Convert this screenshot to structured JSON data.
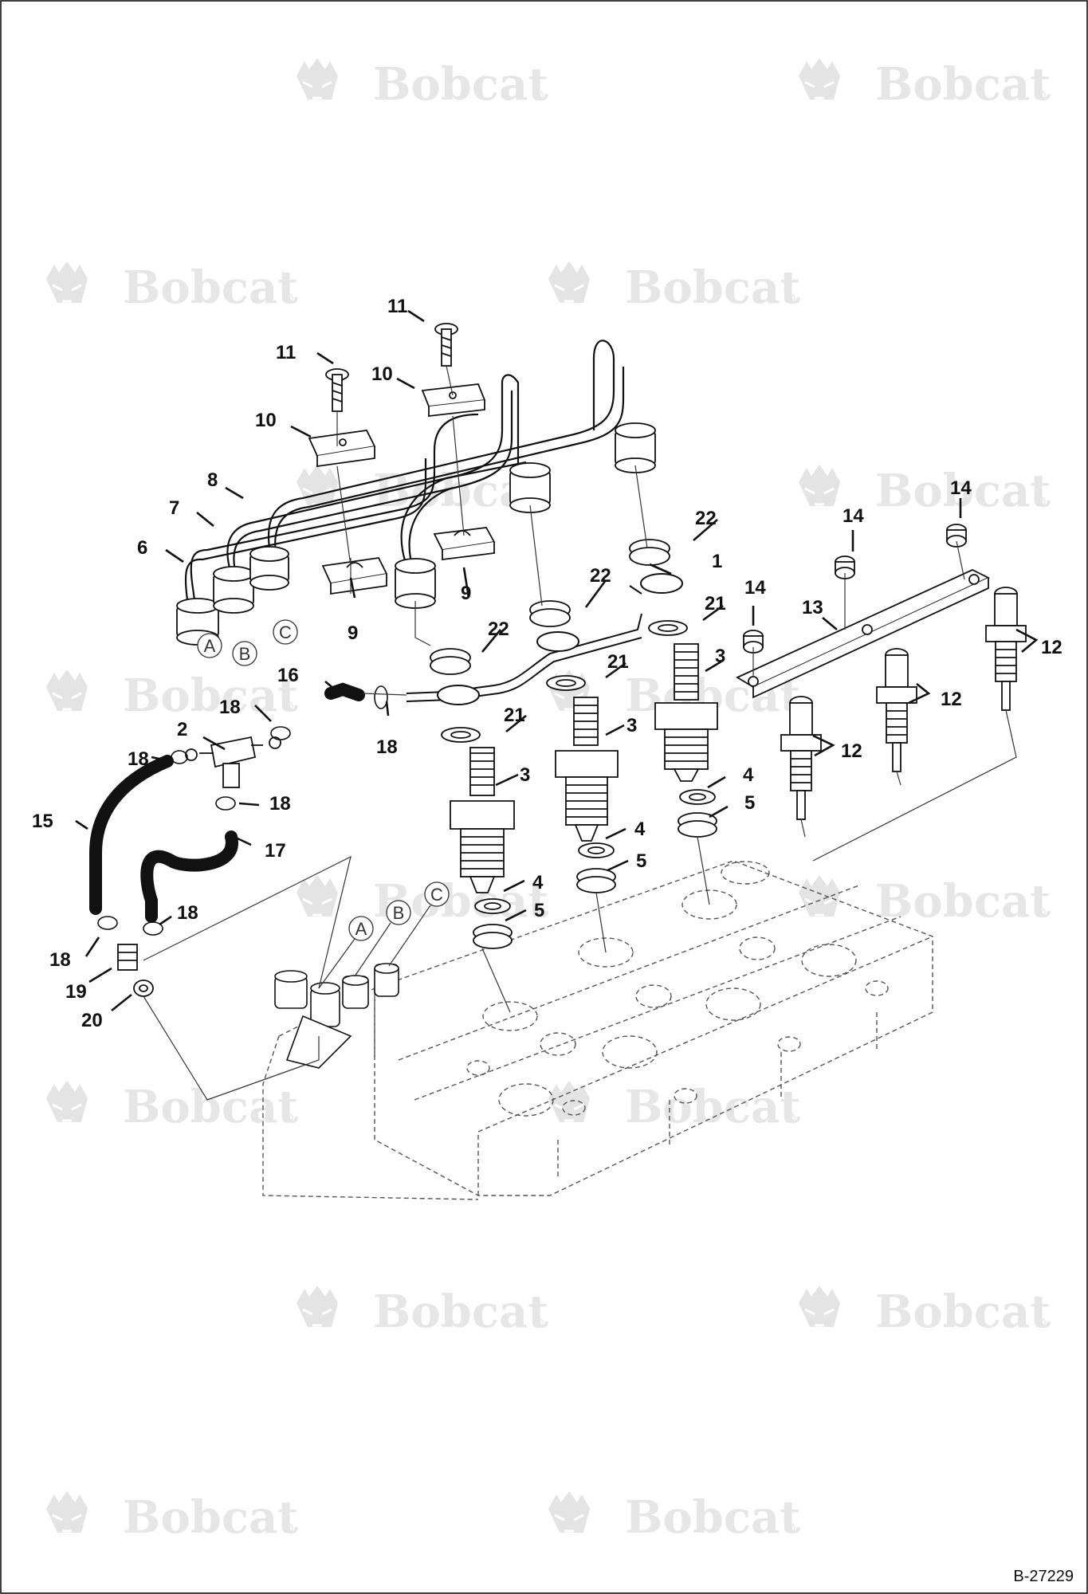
{
  "watermark": {
    "brand": "Bobcat",
    "mark": "®"
  },
  "figure_id": "B-27229",
  "circle_labels": [
    "A",
    "B",
    "C"
  ],
  "callouts": [
    "1",
    "2",
    "3",
    "4",
    "5",
    "6",
    "7",
    "8",
    "9",
    "10",
    "11",
    "12",
    "13",
    "14",
    "15",
    "16",
    "17",
    "18",
    "19",
    "20",
    "21",
    "22"
  ],
  "colors": {
    "line": "#111111",
    "head_outline": "#555555",
    "watermark": "#e6e6e6"
  }
}
